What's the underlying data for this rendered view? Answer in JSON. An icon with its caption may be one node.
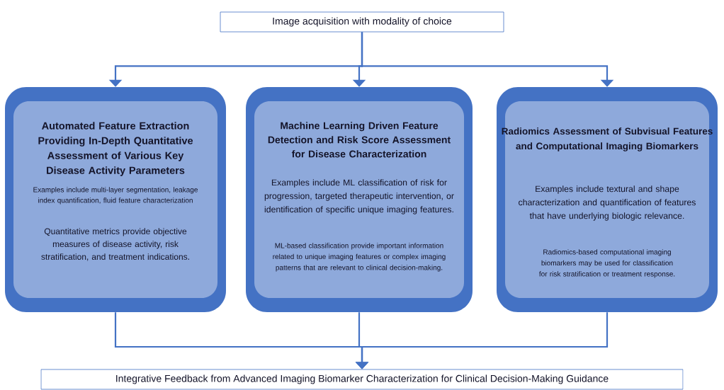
{
  "diagram": {
    "nodes": [
      {
        "text": [
          "Image acquisition with modality of choice"
        ]
      },
      {
        "text": [
          "Automated  Feature Extraction Providing In-Depth Quantitative Assessment of Various Key Disease Activity Parameters",
          "Examples include multi-layer segmentation, leakage index quantification, fluid feature characterization",
          "Quantitative metrics provide objective measures of disease activity,  risk stratification, and treatment indications."
        ]
      },
      {
        "text": [
          "Machine Learning Driven Feature Detection and Risk Score Assessment for Disease Characterization",
          "Examples include ML classification of risk for progression, targeted therapeutic intervention, or identification of specific unique imaging features.",
          "ML-based classification provide important information related to unique imaging features or complex imaging patterns  that are relevant to clinical decision-making."
        ]
      },
      {
        "text": [
          "Radiomics Assessment of Subvisual Features and Computational Imaging Biomarkers",
          "Examples include textural and shape characterization and quantification of features that have underlying biologic relevance.",
          "Radiomics-based computational imaging biomarkers may be used for classification for risk stratification or treatment response."
        ]
      },
      {
        "text": [
          "Integrative Feedback from Advanced Imaging Biomarker Characterization for Clinical Decision-Making Guidance"
        ]
      }
    ],
    "edges": [
      {
        "from": 0,
        "to": 1,
        "arrow": "to"
      },
      {
        "from": 0,
        "to": 2,
        "arrow": "to"
      },
      {
        "from": 0,
        "to": 3,
        "arrow": "to"
      },
      {
        "from": 1,
        "to": 4,
        "arrow": "to"
      },
      {
        "from": 2,
        "to": 4,
        "arrow": "to"
      },
      {
        "from": 3,
        "to": 4,
        "arrow": "to"
      }
    ]
  }
}
